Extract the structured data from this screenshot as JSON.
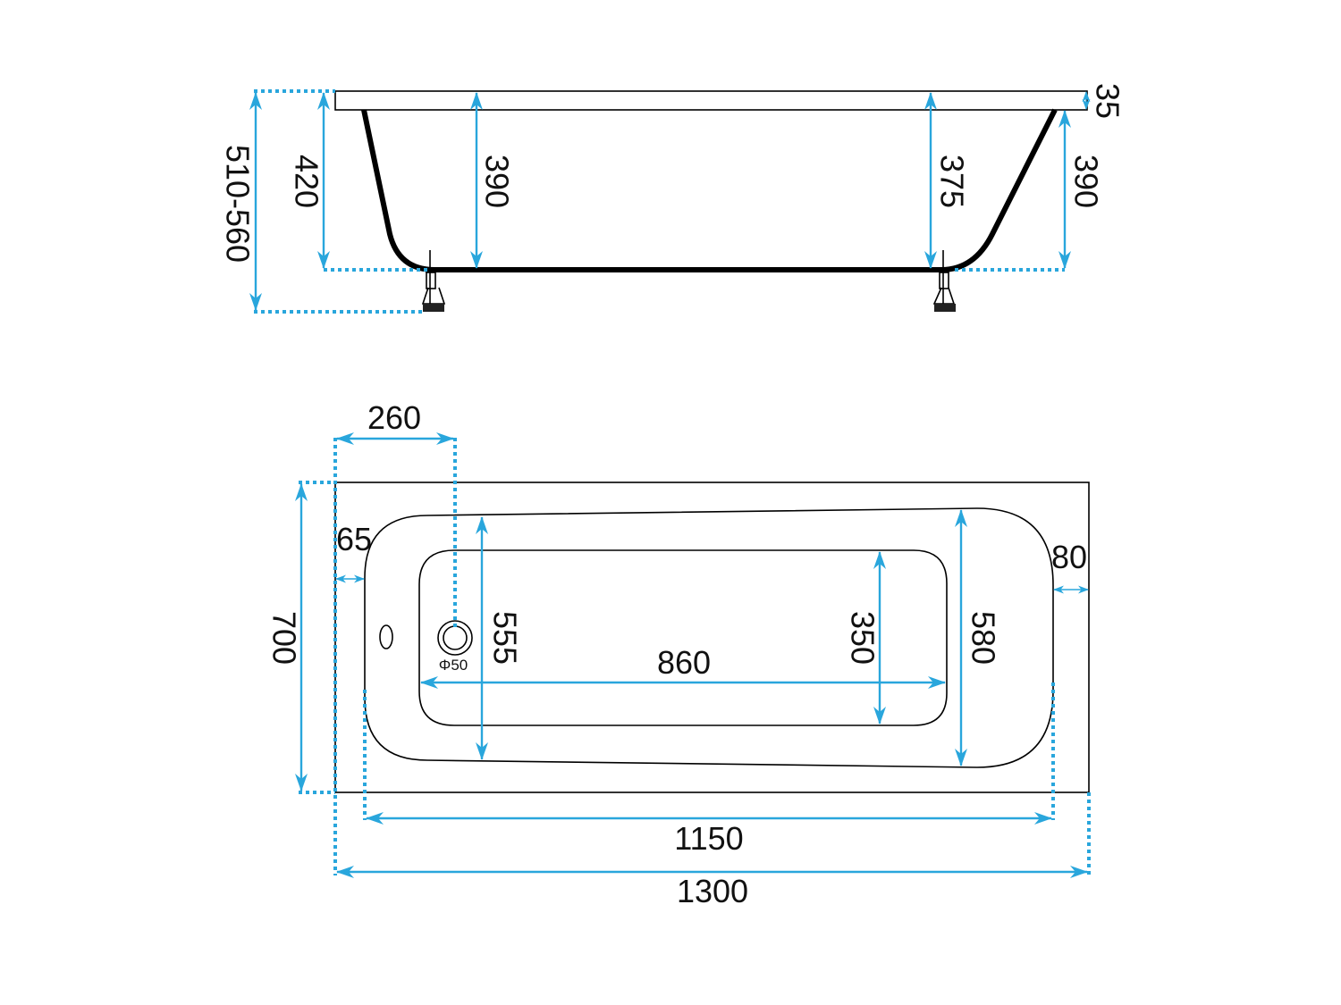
{
  "colors": {
    "dimension": "#29a6dc",
    "outline": "#000000",
    "text": "#111111"
  },
  "side_view": {
    "total_height": "510-560",
    "outer_height": "420",
    "depth_left": "390",
    "depth_center": "375",
    "depth_right": "390",
    "rim_thickness": "35"
  },
  "top_view": {
    "drain_offset": "260",
    "left_rim": "65",
    "right_rim": "80",
    "width": "700",
    "inner_width_left": "555",
    "bottom_length": "860",
    "bottom_width": "350",
    "inner_width_right": "580",
    "drain_diameter": "Φ50",
    "inner_length": "1150",
    "length": "1300"
  }
}
